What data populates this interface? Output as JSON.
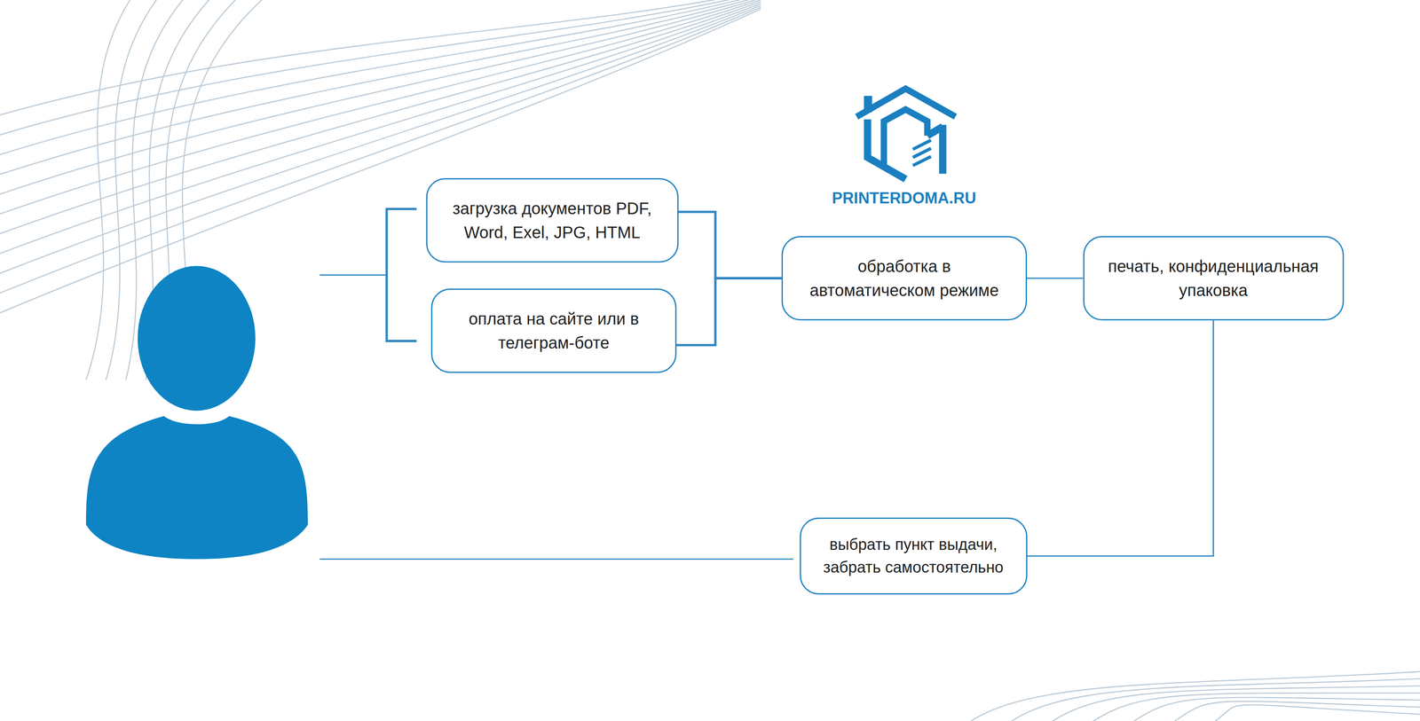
{
  "diagram": {
    "nodes": [
      {
        "text": [
          "загрузка документов PDF, Word, Exel, JPG, HTML"
        ]
      },
      {
        "text": [
          "оплата на сайте или в телеграм-боте"
        ]
      },
      {
        "text": [
          "обработка в автоматическом режиме"
        ]
      },
      {
        "text": [
          "печать, конфиденциальная упаковка"
        ]
      },
      {
        "text": [
          "выбрать пункт выдачи, забрать самостоятельно"
        ]
      }
    ],
    "edges": [
      {
        "from": 0,
        "to": 2,
        "arrow": "none"
      },
      {
        "from": 1,
        "to": 2,
        "arrow": "none"
      },
      {
        "from": 2,
        "to": 3,
        "arrow": "none"
      },
      {
        "from": 3,
        "to": 4,
        "arrow": "none"
      }
    ],
    "labels": [
      "PRINTERDOMA.RU"
    ]
  }
}
